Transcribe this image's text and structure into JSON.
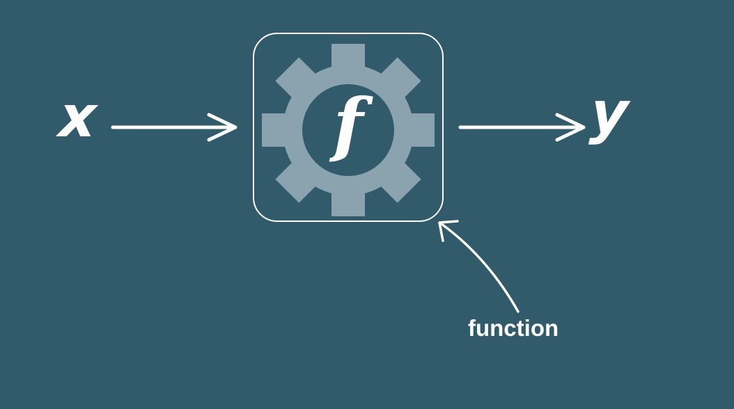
{
  "diagram": {
    "input_label": "x",
    "output_label": "y",
    "function_symbol": "f",
    "caption": "function",
    "icon": "gear-icon"
  },
  "colors": {
    "background": "#315a6b",
    "gear": "#8aa3ae",
    "stroke": "#ffffff"
  }
}
